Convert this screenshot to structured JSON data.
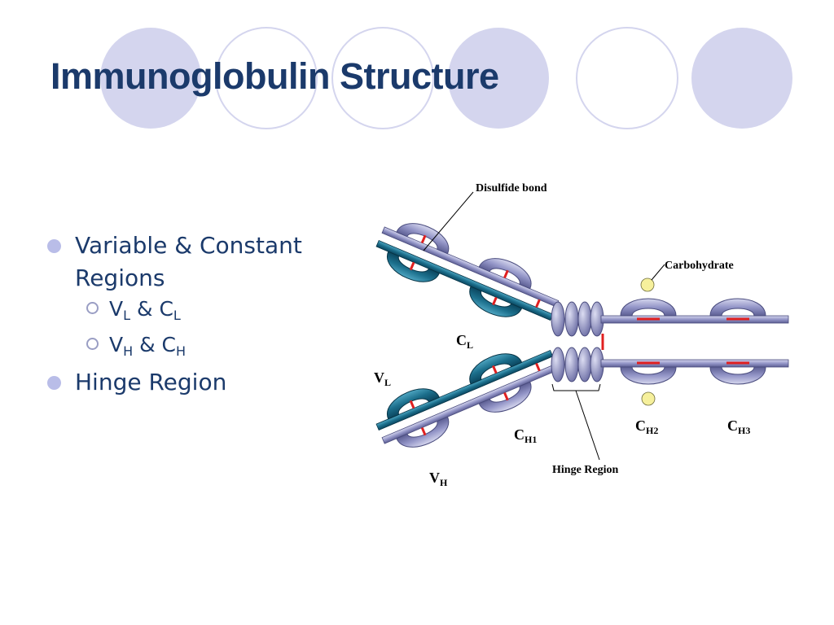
{
  "slide": {
    "title": "Immunoglobulin Structure",
    "colors": {
      "title": "#1b3a6b",
      "circle_fill": "#d4d5ee",
      "circle_stroke": "#d4d5ee",
      "heavy_chain": "#9496c8",
      "light_chain": "#1c6f8c",
      "disulfide": "#e02020",
      "carbohydrate": "#f6f09c"
    }
  },
  "bullets": [
    {
      "text": "Variable & Constant Regions",
      "sub": [
        {
          "a": "V",
          "a_sub": "L",
          "amp": "&",
          "b": "C",
          "b_sub": "L"
        },
        {
          "a": "V",
          "a_sub": "H",
          "amp": "&",
          "b": "C",
          "b_sub": "H"
        }
      ]
    },
    {
      "text": "Hinge Region"
    }
  ],
  "diagram": {
    "labels": {
      "disulfide_bond": "Disulfide bond",
      "carbohydrate": "Carbohydrate",
      "hinge_region": "Hinge Region",
      "cl_main": "C",
      "cl_sub": "L",
      "vl_main": "V",
      "vl_sub": "L",
      "ch1_main": "C",
      "ch1_sub": "H1",
      "vh_main": "V",
      "vh_sub": "H",
      "ch2_main": "C",
      "ch2_sub": "H2",
      "ch3_main": "C",
      "ch3_sub": "H3"
    }
  }
}
